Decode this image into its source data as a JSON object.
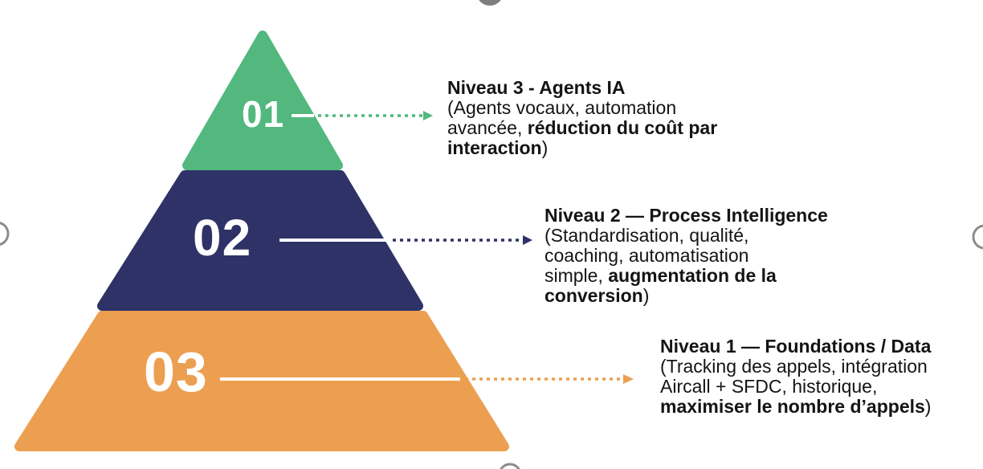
{
  "diagram": {
    "type": "pyramid",
    "tier_count": 3,
    "language": "fr"
  },
  "colors": {
    "level_green": "#52B87D",
    "level_navy": "#2E3267",
    "level_orange": "#EC9F51",
    "number_text": "#FFFFFF",
    "body_text": "#141414",
    "connector_white": "#FFFFFF",
    "handle_gray": "#8C8C8C",
    "handle_fill_gray": "#7E7E7E",
    "background": "#FFFFFF"
  },
  "icons": {
    "dashed_arrow": "right-pointing dashed arrow",
    "selection_handle": "gray circle at canvas edge"
  },
  "levels": [
    {
      "number": "01",
      "color": "#52B87D",
      "title": "Niveau 3 - Agents IA",
      "body_lines": [
        [
          {
            "t": "(Agents vocaux, automation",
            "b": false
          }
        ],
        [
          {
            "t": "avancée, ",
            "b": false
          },
          {
            "t": "réduction du coût par",
            "b": true
          }
        ],
        [
          {
            "t": "interaction",
            "b": true
          },
          {
            "t": ")",
            "b": false
          }
        ]
      ]
    },
    {
      "number": "02",
      "color": "#2E3267",
      "title": "Niveau 2 — Process Intelligence",
      "body_lines": [
        [
          {
            "t": "(Standardisation, qualité,",
            "b": false
          }
        ],
        [
          {
            "t": "coaching, automatisation",
            "b": false
          }
        ],
        [
          {
            "t": "simple, ",
            "b": false
          },
          {
            "t": "augmentation de la",
            "b": true
          }
        ],
        [
          {
            "t": "conversion",
            "b": true
          },
          {
            "t": ")",
            "b": false
          }
        ]
      ]
    },
    {
      "number": "03",
      "color": "#EC9F51",
      "title": "Niveau 1 — Foundations / Data",
      "body_lines": [
        [
          {
            "t": "(Tracking des appels, intégration",
            "b": false
          }
        ],
        [
          {
            "t": "Aircall + SFDC, historique,",
            "b": false
          }
        ],
        [
          {
            "t": "maximiser le nombre d’appels",
            "b": true
          },
          {
            "t": ")",
            "b": false
          }
        ]
      ]
    }
  ]
}
